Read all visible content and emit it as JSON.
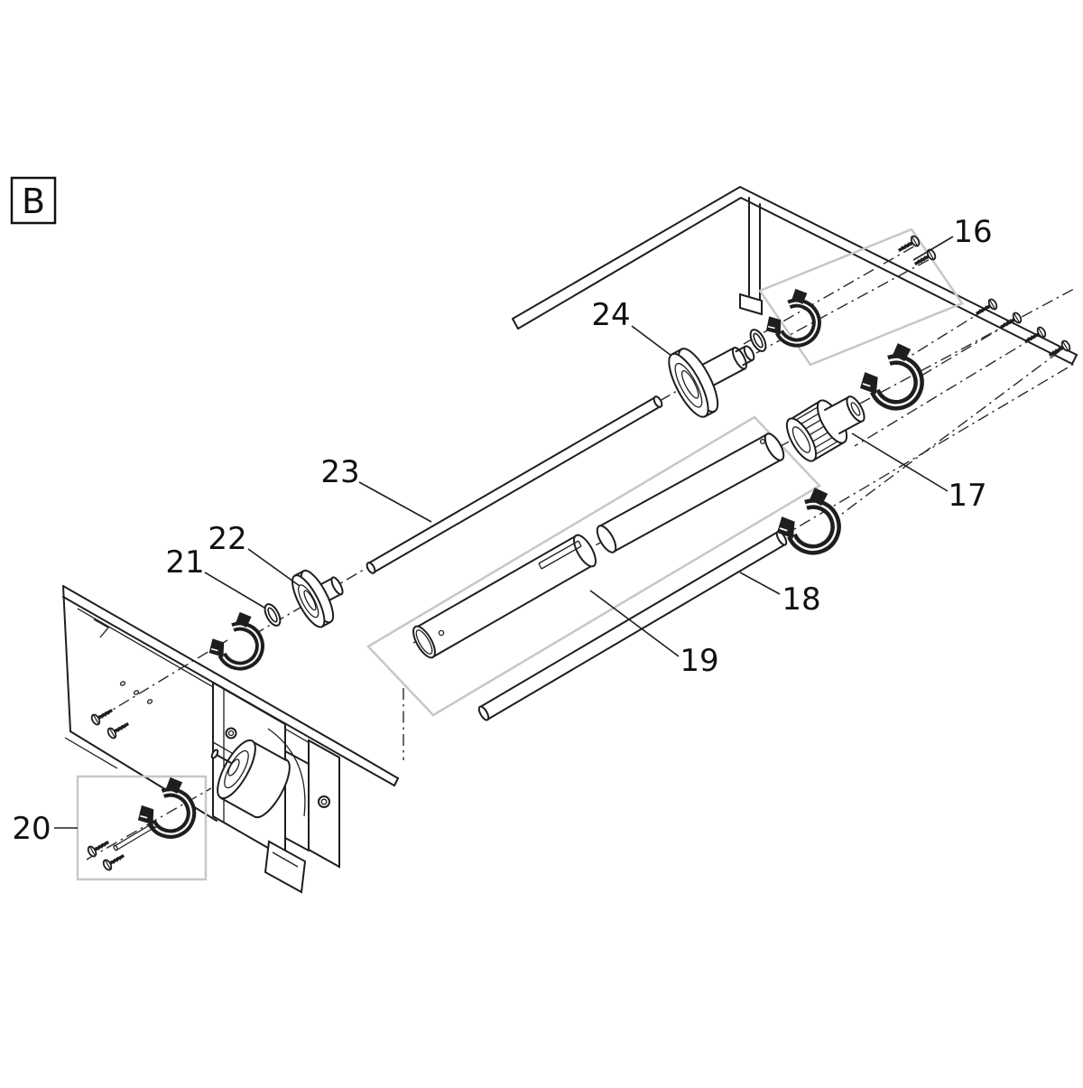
{
  "figure": {
    "label": "B"
  },
  "parts": {
    "p16": {
      "number": "16"
    },
    "p17": {
      "number": "17"
    },
    "p18": {
      "number": "18"
    },
    "p19": {
      "number": "19"
    },
    "p20": {
      "number": "20"
    },
    "p21": {
      "number": "21"
    },
    "p22": {
      "number": "22"
    },
    "p23": {
      "number": "23"
    },
    "p24": {
      "number": "24"
    }
  },
  "colors": {
    "line": "#1e1e1e",
    "callout_box": "#c7c7c7",
    "label_text": "#111111",
    "background": "#ffffff"
  }
}
